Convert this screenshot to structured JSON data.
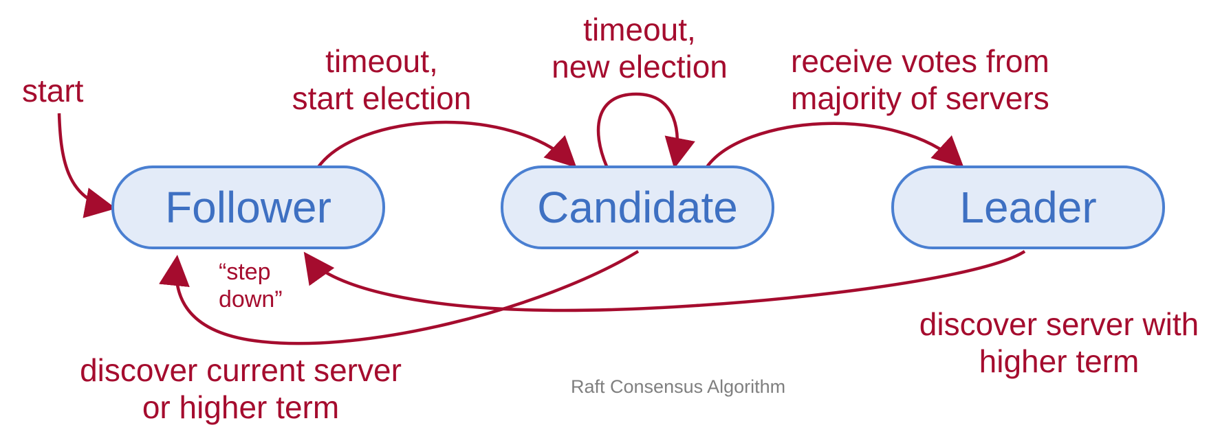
{
  "colors": {
    "arrow": "#a50c2e",
    "state_border": "#4a7fd1",
    "state_fill": "#e3ebf8",
    "state_text": "#3e70c2",
    "caption": "#7f7f7f"
  },
  "states": {
    "follower": "Follower",
    "candidate": "Candidate",
    "leader": "Leader"
  },
  "transitions": {
    "start": "start",
    "follower_to_candidate": [
      "timeout,",
      "start election"
    ],
    "candidate_self": [
      "timeout,",
      "new election"
    ],
    "candidate_to_leader": [
      "receive votes from",
      "majority of servers"
    ],
    "step_down": [
      "“step",
      "down”"
    ],
    "candidate_to_follower": [
      "discover current server",
      "or higher term"
    ],
    "leader_to_follower": [
      "discover server with",
      "higher term"
    ]
  },
  "caption": "Raft Consensus Algorithm"
}
